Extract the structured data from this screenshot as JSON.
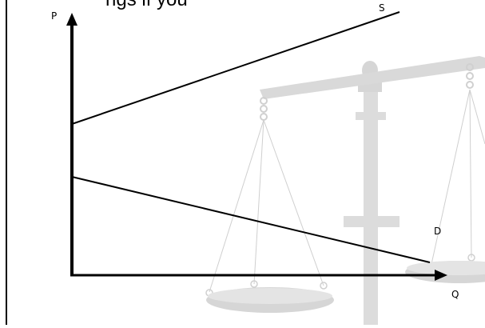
{
  "diagram": {
    "title_fragment": "ngs if you",
    "labels": {
      "price_axis": "P",
      "quantity_axis": "Q",
      "supply_curve": "S",
      "demand_curve": "D"
    },
    "colors": {
      "lines": "#000000",
      "scale_watermark": "#d9d9d9",
      "scale_strings": "#c8c8c8",
      "background": "#ffffff"
    },
    "watermark_icon": "balance-scale-icon"
  }
}
